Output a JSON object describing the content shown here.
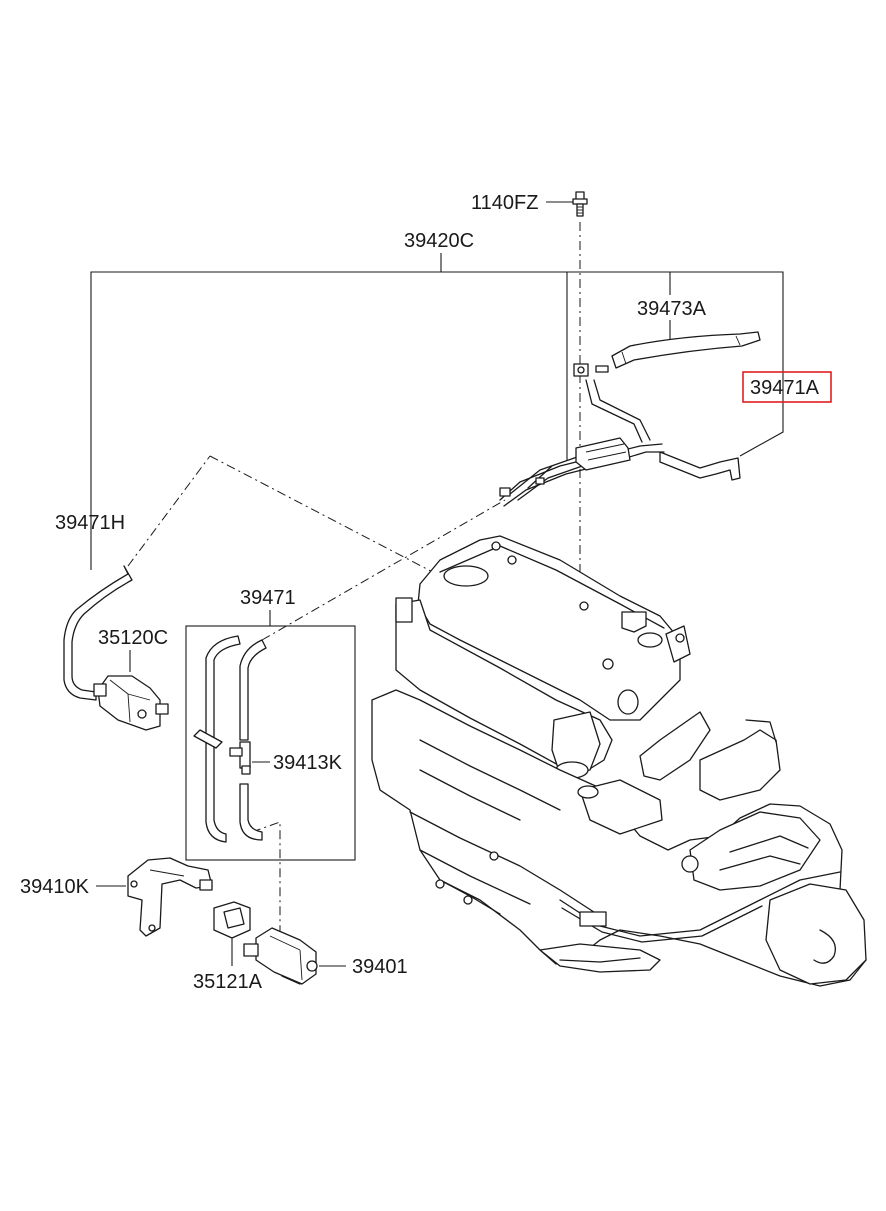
{
  "diagram": {
    "labels": {
      "bolt": "1140FZ",
      "hose_assembly": "39420C",
      "hose_upper": "39473A",
      "hose_selected": "39471A",
      "hose_left": "39471H",
      "canister": "35120C",
      "hose_kit": "39471",
      "tee_fitting": "39413K",
      "bracket": "39410K",
      "bushing": "35121A",
      "solenoid_valve": "39401"
    },
    "highlighted_part": "39471A",
    "highlight_color": "#e02020",
    "line_color": "#1a1a1a"
  }
}
